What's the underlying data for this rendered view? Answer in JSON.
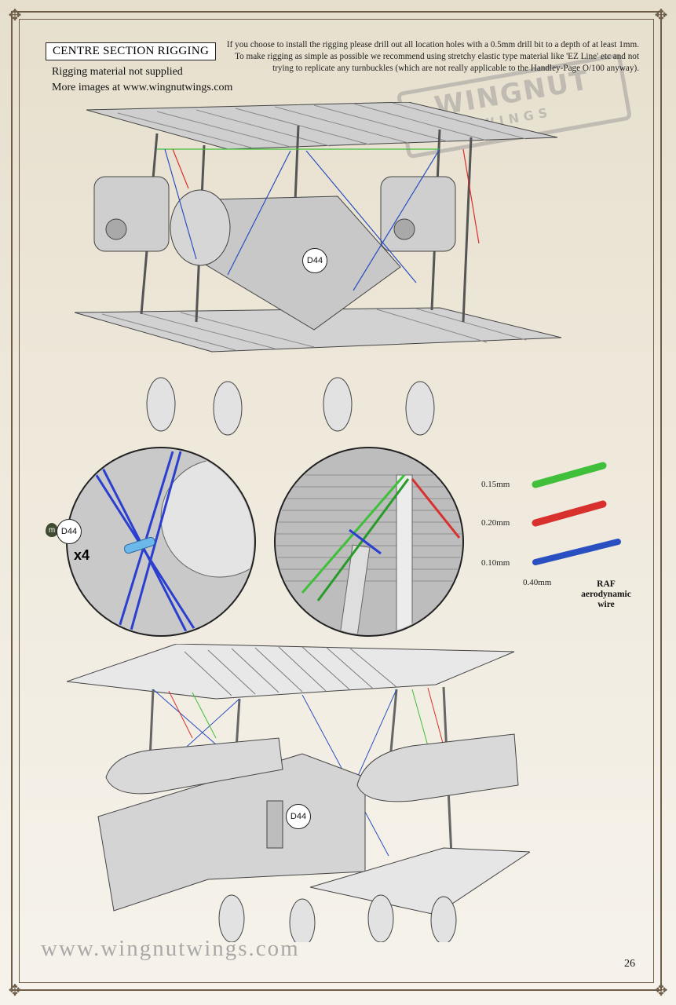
{
  "header": {
    "section_title": "CENTRE SECTION RIGGING",
    "material_note": "Rigging material not supplied",
    "more_images": "More images at www.wingnutwings.com",
    "instructions": "If you choose to install the rigging please drill out all location holes with a 0.5mm drill bit to a depth of at least 1mm. To make rigging as simple as possible we recommend using stretchy elastic type material like 'EZ Line' etc and not trying to replicate any turnbuckles (which are not really applicable to the Handley-Page O/100 anyway)."
  },
  "watermark": {
    "brand_top": "WINGNUT",
    "brand_bottom": "WINGS"
  },
  "callouts": {
    "top_view_part": "D44",
    "detail_part": "D44",
    "detail_quantity": "x4",
    "detail_badge": "m",
    "bottom_view_part": "D44"
  },
  "legend": {
    "items": [
      {
        "size": "0.15mm",
        "color": "#3fbf3a"
      },
      {
        "size": "0.20mm",
        "color": "#d8302c"
      },
      {
        "size": "0.10mm",
        "color": "#2a4fc0"
      }
    ],
    "blue_secondary_size": "0.40mm",
    "blue_label": "RAF aerodynamic wire"
  },
  "footer": {
    "url": "www.wingnutwings.com",
    "page_number": "26"
  }
}
